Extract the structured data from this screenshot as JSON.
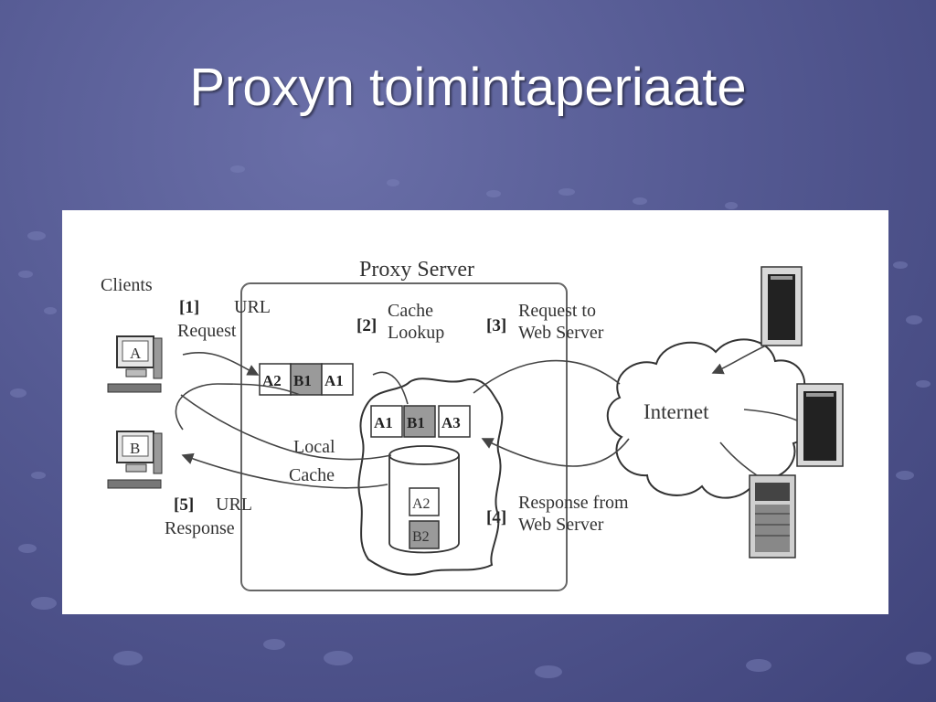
{
  "slide": {
    "title": "Proxyn toimintaperiaate"
  },
  "diagram": {
    "proxy_server_label": "Proxy Server",
    "clients_label": "Clients",
    "client_a": "A",
    "client_b": "B",
    "step1": {
      "num": "[1]",
      "line1": "URL",
      "line2": "Request"
    },
    "step2": {
      "num": "[2]",
      "line1": "Cache",
      "line2": "Lookup"
    },
    "step3": {
      "num": "[3]",
      "line1": "Request to",
      "line2": "Web Server"
    },
    "step4": {
      "num": "[4]",
      "line1": "Response from",
      "line2": "Web Server"
    },
    "step5": {
      "num": "[5]",
      "line1": "URL",
      "line2": "Response"
    },
    "queue_top": [
      "A2",
      "B1",
      "A1"
    ],
    "queue_mid": [
      "A1",
      "B1",
      "A3"
    ],
    "cache_items": [
      "A2",
      "B2"
    ],
    "local_cache_label": {
      "line1": "Local",
      "line2": "Cache"
    },
    "internet_label": "Internet",
    "highlight_color": "#9a9a9a"
  }
}
